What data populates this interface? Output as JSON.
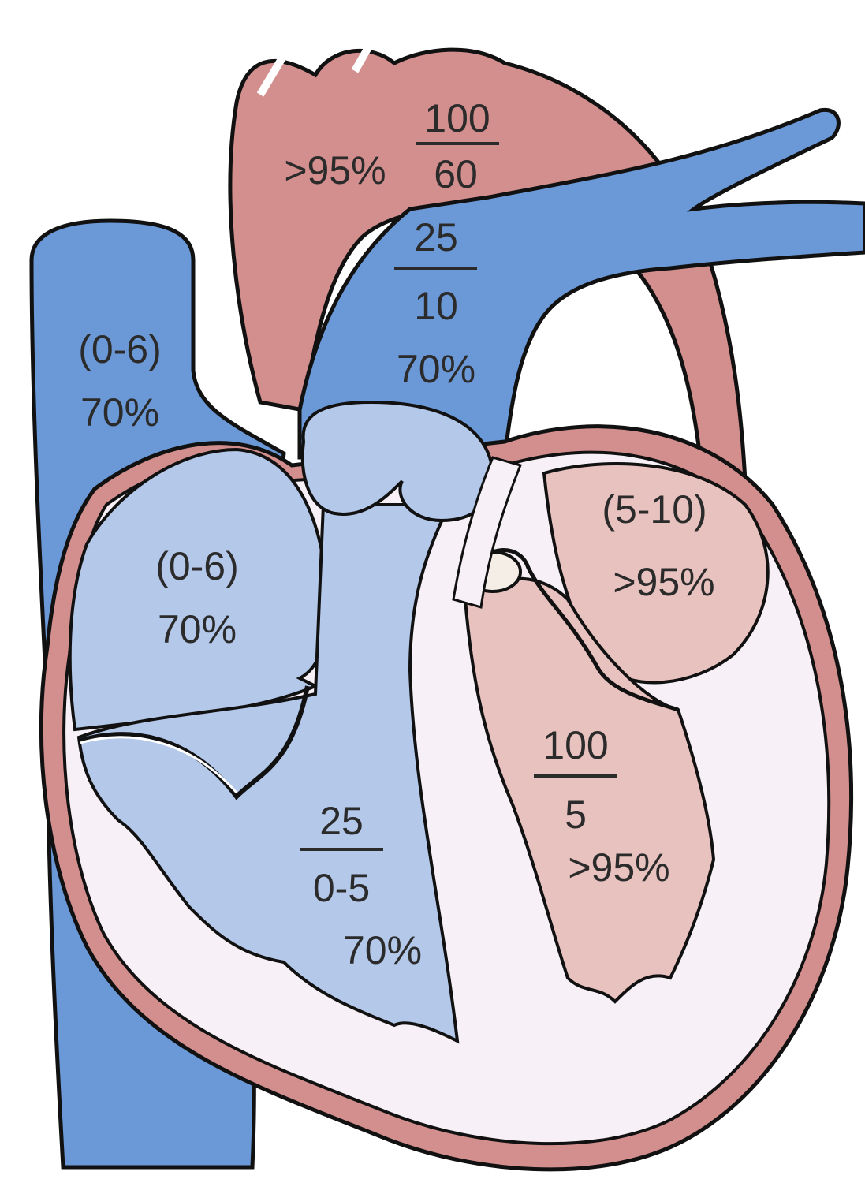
{
  "colors": {
    "arterial": "#d38e8e",
    "arterial_dark": "#c97a7a",
    "venous": "#6b98d6",
    "venous_light": "#b4c8ea",
    "oxygenated_chamber": "#e8c2bf",
    "myocardium_fill": "#f7f0f6",
    "outline": "#111111"
  },
  "labels": {
    "aorta": {
      "sat": ">95%",
      "systolic": "100",
      "diastolic": "60"
    },
    "pulmonary_artery": {
      "systolic": "25",
      "diastolic": "10",
      "sat": "70%"
    },
    "svc": {
      "pressure": "(0-6)",
      "sat": "70%"
    },
    "right_atrium": {
      "pressure": "(0-6)",
      "sat": "70%"
    },
    "right_ventricle": {
      "systolic": "25",
      "diastolic": "0-5",
      "sat": "70%"
    },
    "left_atrium": {
      "pressure": "(5-10)",
      "sat": ">95%"
    },
    "left_ventricle": {
      "systolic": "100",
      "diastolic": "5",
      "sat": ">95%"
    }
  }
}
